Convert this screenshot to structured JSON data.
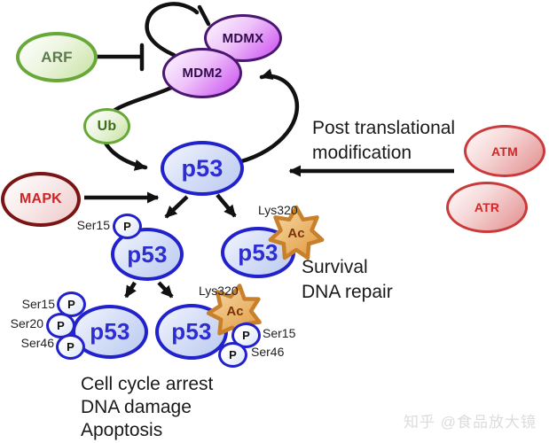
{
  "nodes": {
    "arf": {
      "label": "ARF"
    },
    "mdmx": {
      "label": "MDMX"
    },
    "mdm2": {
      "label": "MDM2"
    },
    "ub": {
      "label": "Ub"
    },
    "p53_central": {
      "label": "p53"
    },
    "mapk": {
      "label": "MAPK"
    },
    "atm": {
      "label": "ATM"
    },
    "atr": {
      "label": "ATR"
    },
    "p53_phospho_single": {
      "label": "p53"
    },
    "p53_acetyl": {
      "label": "p53"
    },
    "p53_phospho_triple": {
      "label": "p53"
    },
    "p53_phospho_acetyl": {
      "label": "p53"
    }
  },
  "badges": {
    "phospho": "P",
    "acetyl": "Ac"
  },
  "residues": {
    "row2_ser15": "Ser15",
    "row2_lys320": "Lys320",
    "row3_left_ser15": "Ser15",
    "row3_left_ser20": "Ser20",
    "row3_left_ser46": "Ser46",
    "row3_mid_lys320": "Lys320",
    "row3_mid_ser15": "Ser15",
    "row3_mid_ser46": "Ser46"
  },
  "annotations": {
    "post_translational_line1": "Post translational",
    "post_translational_line2": "modification",
    "survival_line1": "Survival",
    "survival_line2": "DNA repair",
    "outcome_line1": "Cell cycle arrest",
    "outcome_line2": "DNA damage",
    "outcome_line3": "Apoptosis"
  },
  "edges": [
    {
      "from": "ARF",
      "to": "MDM2",
      "type": "inhibits"
    },
    {
      "from": "MDM2/MDMX",
      "to": "MDM2/MDMX",
      "type": "inhibits"
    },
    {
      "from": "MDM2",
      "to": "p53",
      "type": "ubiquitination via Ub"
    },
    {
      "from": "p53",
      "to": "MDM2",
      "type": "activates"
    },
    {
      "from": "MAPK",
      "to": "p53",
      "type": "activates"
    },
    {
      "from": "ATM/ATR",
      "to": "p53",
      "type": "post translational modification"
    },
    {
      "from": "p53",
      "to": "p53 Ser15-P",
      "type": "arrow"
    },
    {
      "from": "p53",
      "to": "p53 Lys320-Ac",
      "type": "arrow"
    },
    {
      "from": "p53 Ser15-P",
      "to": "p53 Ser15/Ser20/Ser46-P",
      "type": "arrow"
    },
    {
      "from": "p53 Ser15-P",
      "to": "p53 Lys320-Ac + Ser15/Ser46-P",
      "type": "arrow"
    }
  ],
  "watermark": "知乎 @食品放大镜",
  "colors": {
    "p53_border": "#2222cc",
    "p53_text": "#2d2dd1",
    "mdm_border": "#4a1670",
    "mdm_fill": "#cc55ee",
    "green_border": "#68a839",
    "mapk_border": "#7b1414",
    "mapk_text": "#cc2525",
    "atm_border": "#cb3a3a",
    "atm_text": "#d02828",
    "acetyl_orange": "#c8802a",
    "acetyl_text": "#7a3407",
    "arrow_black": "#111111",
    "watermark_gray": "#dcdcdc"
  }
}
